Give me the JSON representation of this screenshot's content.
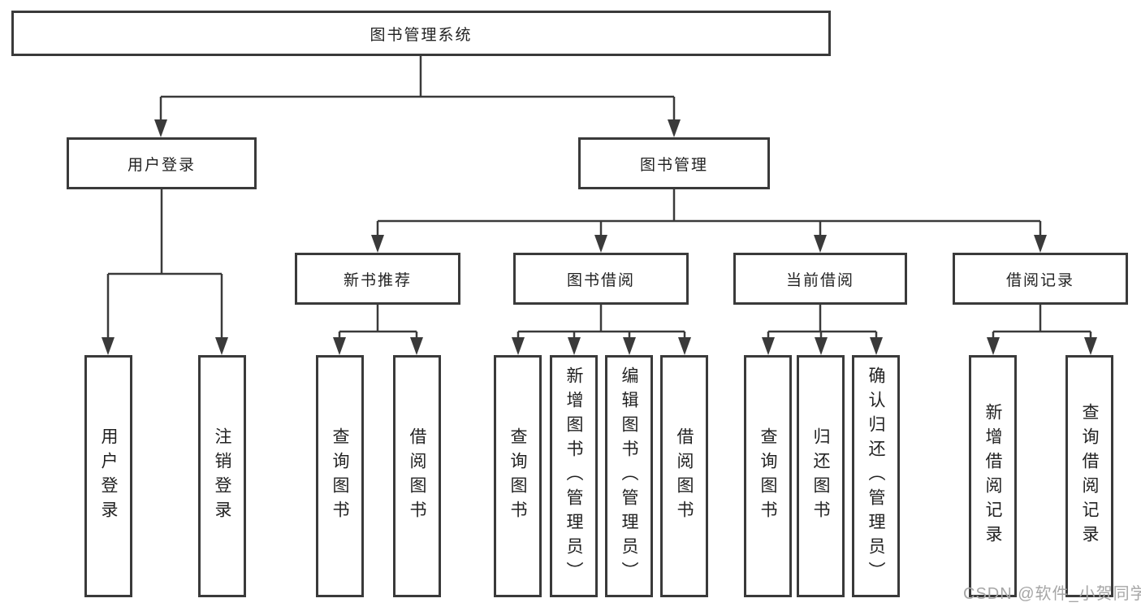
{
  "diagram": {
    "title": "图书管理系统",
    "root": {
      "label": "图书管理系统"
    },
    "level2": [
      {
        "id": "user-login",
        "label": "用户登录"
      },
      {
        "id": "book-management",
        "label": "图书管理"
      }
    ],
    "level3": [
      {
        "id": "new-book-recommend",
        "label": "新书推荐",
        "parent": "图书管理"
      },
      {
        "id": "book-borrow",
        "label": "图书借阅",
        "parent": "图书管理"
      },
      {
        "id": "current-borrow",
        "label": "当前借阅",
        "parent": "图书管理"
      },
      {
        "id": "borrow-record",
        "label": "借阅记录",
        "parent": "图书管理"
      }
    ],
    "leaves": [
      {
        "id": "user-login-leaf",
        "label": "用户登录",
        "parent": "用户登录"
      },
      {
        "id": "logout",
        "label": "注销登录",
        "parent": "用户登录"
      },
      {
        "id": "query-book-1",
        "label": "查询图书",
        "parent": "新书推荐"
      },
      {
        "id": "borrow-book-1",
        "label": "借阅图书",
        "parent": "新书推荐"
      },
      {
        "id": "query-book-2",
        "label": "查询图书",
        "parent": "图书借阅"
      },
      {
        "id": "add-book-admin",
        "label": "新增图书（管理员）",
        "parent": "图书借阅"
      },
      {
        "id": "edit-book-admin",
        "label": "编辑图书（管理员）",
        "parent": "图书借阅"
      },
      {
        "id": "borrow-book-2",
        "label": "借阅图书",
        "parent": "图书借阅"
      },
      {
        "id": "query-book-3",
        "label": "查询图书",
        "parent": "当前借阅"
      },
      {
        "id": "return-book",
        "label": "归还图书",
        "parent": "当前借阅"
      },
      {
        "id": "confirm-return-admin",
        "label": "确认归还（管理员）",
        "parent": "当前借阅"
      },
      {
        "id": "add-borrow-record",
        "label": "新增借阅记录",
        "parent": "借阅记录"
      },
      {
        "id": "query-borrow-record",
        "label": "查询借阅记录",
        "parent": "借阅记录"
      }
    ]
  },
  "watermark": {
    "text": "CSDN @软件_小贺同学"
  },
  "colors": {
    "line": "#3a3a3a",
    "box_border": "#3a3a3a",
    "text": "#222222",
    "watermark": "#a6a6a6",
    "background": "#ffffff"
  }
}
